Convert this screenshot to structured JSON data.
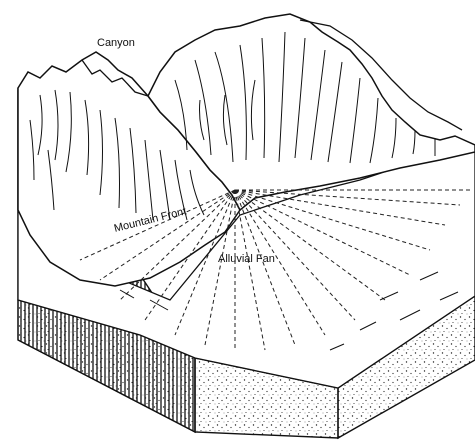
{
  "labels": {
    "canyon": "Canyon",
    "mountain_front": "Mountain Front",
    "alluvial_fan": "Alluvial Fan"
  },
  "colors": {
    "ink": "#111111",
    "paper": "#ffffff"
  }
}
